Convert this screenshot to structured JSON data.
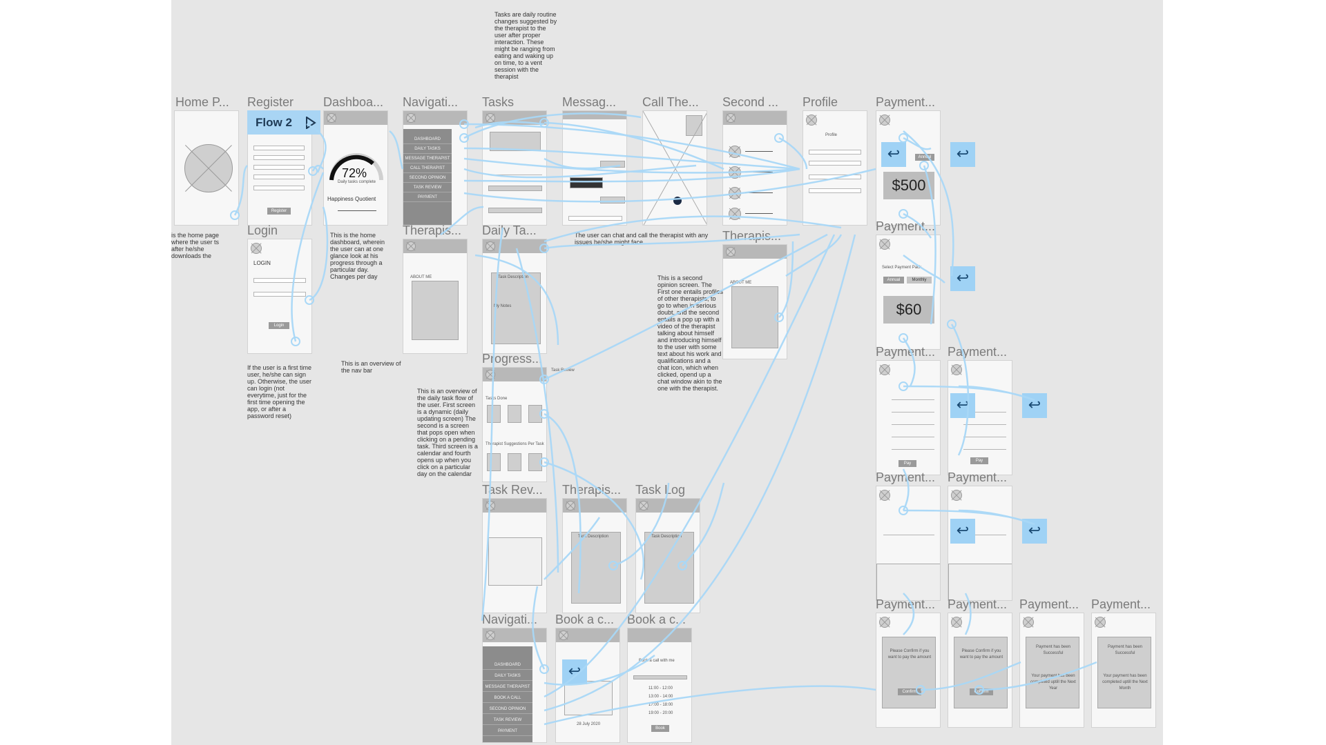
{
  "flow": {
    "label": "Flow 2",
    "play_icon": "play-triangle-icon"
  },
  "screens": {
    "home": "Home P...",
    "register": "Register",
    "dashboard": "Dashboa...",
    "navigation": "Navigati...",
    "tasks": "Tasks",
    "messages": "Messag...",
    "call": "Call The...",
    "second": "Second ...",
    "profile": "Profile",
    "payment_top": "Payment...",
    "login": "Login",
    "therapist1": "Therapis...",
    "daily": "Daily Ta...",
    "therapist2": "Therapis...",
    "payment2": "Payment...",
    "progress": "Progress...",
    "payment3a": "Payment...",
    "payment3b": "Payment...",
    "payment4a": "Payment...",
    "payment4b": "Payment...",
    "task_review": "Task Rev...",
    "therapist3": "Therapis...",
    "task_log": "Task Log",
    "navigation2": "Navigati...",
    "book1": "Book a c...",
    "book2": "Book a c...",
    "payment5a": "Payment...",
    "payment5b": "Payment...",
    "payment5c": "Payment...",
    "payment5d": "Payment..."
  },
  "content": {
    "dashboard_percent": "72%",
    "dashboard_sub": "Daily tasks complete",
    "happiness": "Happiness Quotient",
    "price_year": "$500",
    "price_month": "$60",
    "login_title": "LOGIN",
    "register_btn": "Register",
    "login_btn": "Login",
    "select_pack": "Select Payment Pack",
    "annual": "Annual",
    "monthly": "Monthly",
    "about_me": "ABOUT ME",
    "task_desc": "Task Description",
    "my_notes": "My Notes",
    "tasks_done": "Tasks Done",
    "therapist_suggestions": "Therapist Suggestions Per Task",
    "task_review_tag": "Task Review",
    "book_call": "Book a call with me",
    "slot1": "11:00 - 12:00",
    "slot2": "13:00 - 14:00",
    "slot3": "17:00 - 18:00",
    "slot4": "19:00 - 20:00",
    "book_btn": "Book",
    "date_label": "28 July 2020",
    "confirm_text": "Please Confirm if you want to pay the amount",
    "confirm_btn": "Confirm",
    "success_title": "Payment has been Successful",
    "success_year": "Your payment has been completed uptill the Next Year",
    "success_month": "Your payment has been completed uptill the Next Month",
    "profile_label": "Profile",
    "pay_btn": "Pay"
  },
  "nav_items": [
    "DASHBOARD",
    "DAILY TASKS",
    "MESSAGE THERAPIST",
    "CALL THERAPIST",
    "SECOND OPINION",
    "TASK REVIEW",
    "PAYMENT"
  ],
  "nav_items2": [
    "DASHBOARD",
    "DAILY TASKS",
    "MESSAGE THERAPIST",
    "BOOK A CALL",
    "SECOND OPINION",
    "TASK REVIEW",
    "PAYMENT"
  ],
  "notes": {
    "tasks_note": "Tasks are daily routine changes suggested by the therapist to the user after proper interaction. These might be ranging from eating and waking up on time, to a vent session with the therapist",
    "home_note": "is the home page where the user ts after he/she downloads the",
    "dashboard_note": "This is the home dashboard, wherein the user can at one glance look at his progress through a particular day. Changes per day",
    "register_note": "If the user is a first time user, he/she can sign up. Otherwise, the user can login (not everytime, just for the first time opening the app, or after a password reset)",
    "nav_note": "This is an overview of the nav bar",
    "call_note": "The user can chat and call the therapist with any issues he/she might face",
    "daily_note": "This is an overview of the daily task flow of the user. First screen is a dynamic (daily updating screen) The second is a screen that pops open when clicking on a pending task. Third screen is a calendar and fourth opens up when you click on a particular day on the calendar",
    "second_note": "This is a second opinion screen. The First one entails profiles of other therapists, to go to when in serious doubt, and the second entails a pop up with a video of the therapist talking about himself and introducing himself to the user with some text about his work and qualifications and a chat icon, which when clicked, opend up a chat window akin to the one with the therapist."
  }
}
